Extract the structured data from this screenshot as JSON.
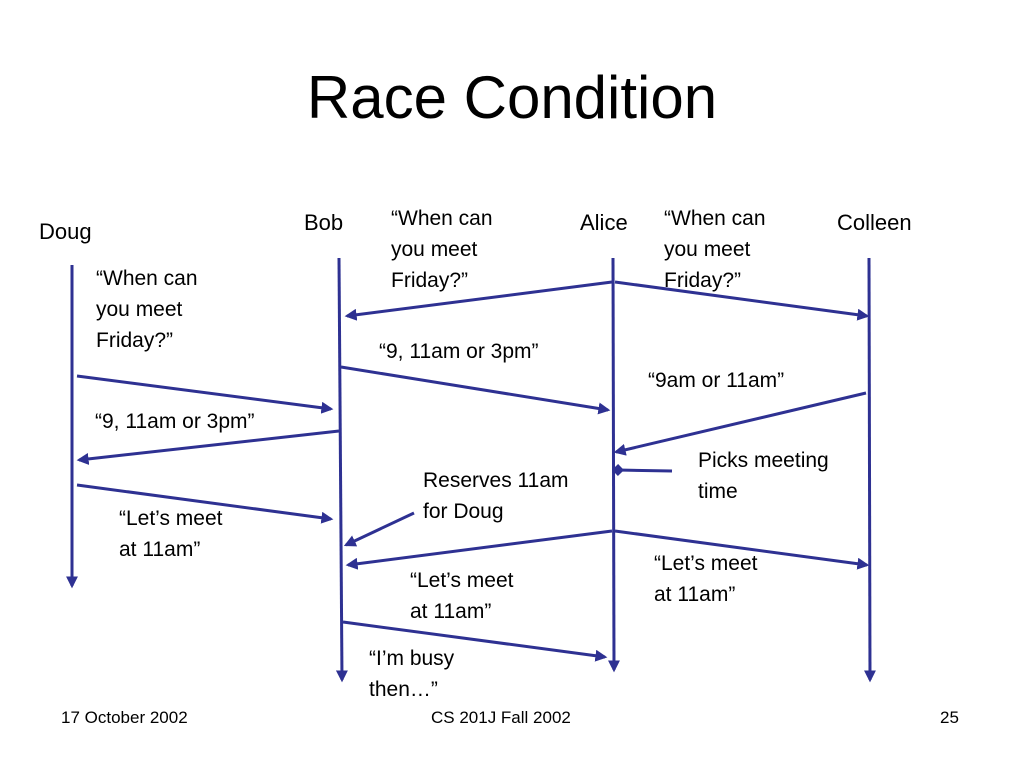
{
  "title": "Race Condition",
  "actors": {
    "doug": "Doug",
    "bob": "Bob",
    "alice": "Alice",
    "colleen": "Colleen"
  },
  "messages": {
    "alice_to_bob_ask": "“When can\nyou meet\nFriday?”",
    "alice_to_colleen_ask": "“When can\nyou meet\nFriday?”",
    "bob_to_doug_ask": "“When can\nyou meet\nFriday?”",
    "bob_to_alice_reply": "“9, 11am or 3pm”",
    "colleen_to_alice_reply": "“9am or 11am”",
    "doug_to_bob_reply": "“9, 11am or 3pm”",
    "alice_note": "Picks meeting\ntime",
    "bob_note": "Reserves 11am\nfor Doug",
    "doug_to_bob_meet": "“Let’s meet\nat 11am”",
    "alice_to_colleen_meet": "“Let’s meet\nat 11am”",
    "alice_to_bob_meet": "“Let’s meet\nat 11am”",
    "bob_to_alice_busy": "“I’m busy\nthen…”"
  },
  "footer": {
    "date": "17 October 2002",
    "course": "CS 201J Fall 2002",
    "page": "25"
  },
  "colors": {
    "line": "#2e3192",
    "text": "#000000",
    "background": "#ffffff"
  }
}
